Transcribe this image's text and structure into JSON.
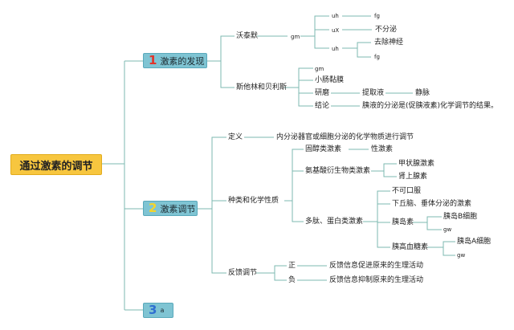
{
  "colors": {
    "root_fill": "#f7c63f",
    "branch_fill": "#7fc4d3",
    "line": "#7eb9b0",
    "num1": "#e0342b",
    "num2": "#f6d528",
    "num3": "#2f6fd1"
  },
  "root": "通过激素的调节",
  "branch1": {
    "num": "1",
    "label": "激素的发现",
    "wotaimo": {
      "label": "沃泰默",
      "gm": "gm",
      "r1a": "uh",
      "r1b": "fg",
      "r2a": "uX",
      "r2b": "不分泌",
      "r3a": "uh",
      "r3b1": "去除神经",
      "r3b2": "fg"
    },
    "starling": {
      "label": "斯他林和贝利斯",
      "c1": "gm",
      "c2": "小肠黏膜",
      "c3": "研磨",
      "c3b": "提取液",
      "c3c": "静脉",
      "c4": "结论",
      "c4b": "胰液的分泌是(促胰液素)化学调节的结果。"
    }
  },
  "branch2": {
    "num": "2",
    "label": "激素调节",
    "def": {
      "label": "定义",
      "text": "内分泌器官或细胞分泌的化学物质进行调节"
    },
    "types": {
      "label": "种类和化学性质",
      "steroid": "固醇类激素",
      "steroid_ex": "性激素",
      "amino": "氨基酸衍生物类激素",
      "amino_ex1": "甲状腺激素",
      "amino_ex2": "肾上腺素",
      "peptide": "多肽、蛋白类激素",
      "p1": "不可口服",
      "p2": "下丘脑、垂体分泌的激素",
      "insulin": "胰岛素",
      "insulin_a": "胰岛B细胞",
      "insulin_b": "gw",
      "glucagon": "胰高血糖素",
      "glucagon_a": "胰岛A细胞",
      "glucagon_b": "gw"
    },
    "feedback": {
      "label": "反馈调节",
      "pos": "正",
      "pos_text": "反馈信息促进原来的生理活动",
      "neg": "负",
      "neg_text": "反馈信息抑制原来的生理活动"
    }
  },
  "branch3": {
    "num": "3",
    "label": "a"
  }
}
